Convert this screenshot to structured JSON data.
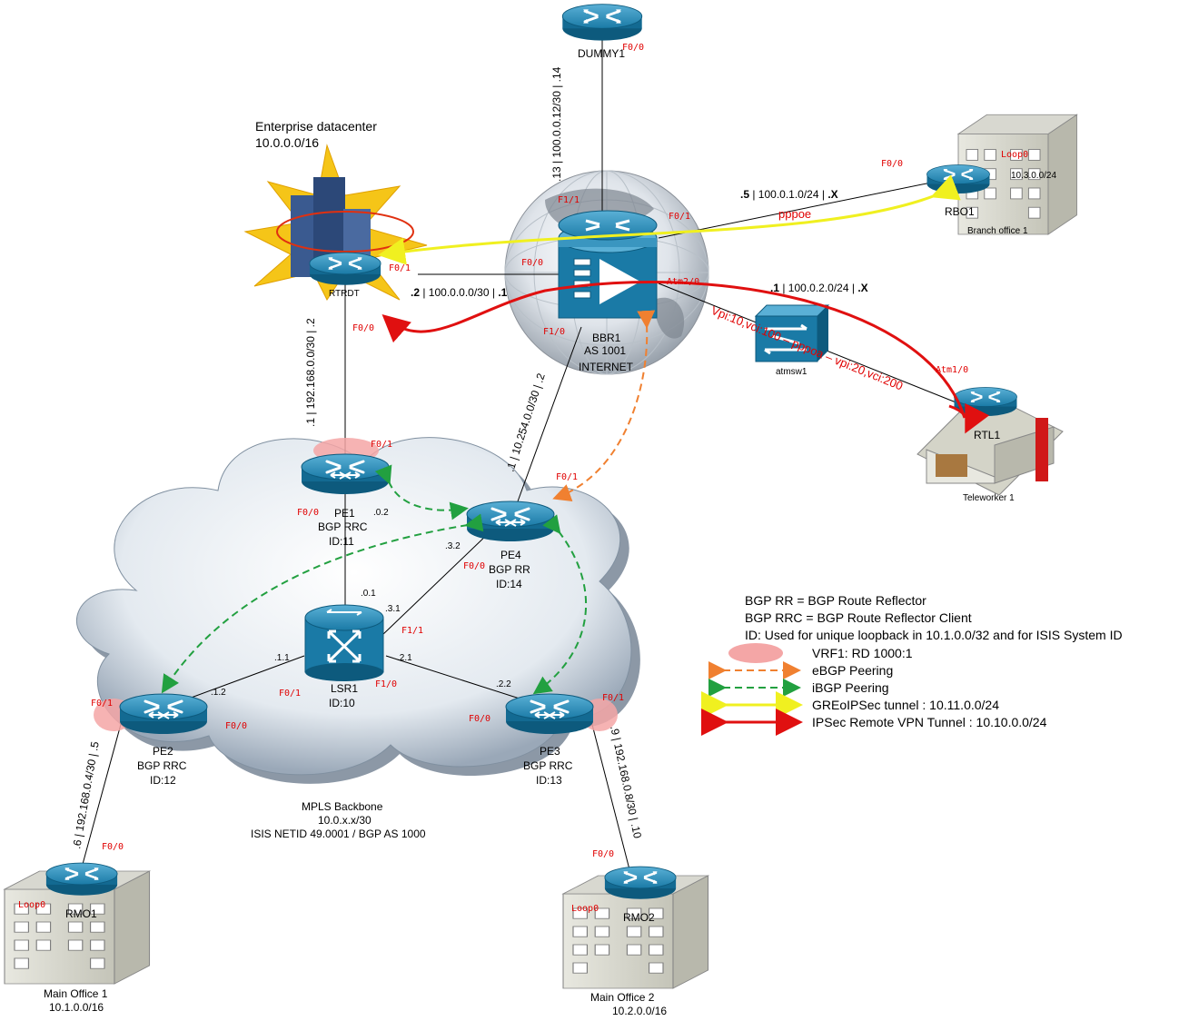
{
  "colors": {
    "router": "#1f7fa8",
    "router_dark": "#0d5a7d",
    "ebgp": "#f08030",
    "ibgp": "#22a040",
    "gre": "#f0f020",
    "ipsec": "#e01010",
    "vrf": "#f4a6a6",
    "iface": "#e00000"
  },
  "icons": {
    "router": "router-icon",
    "switch": "layer3-switch-icon",
    "atm_switch": "atm-switch-icon",
    "datacenter": "datacenter-building-icon",
    "office": "office-building-icon",
    "house": "home-office-icon",
    "globe": "internet-globe-icon",
    "cloud": "mpls-cloud-icon"
  },
  "datacenter": {
    "title": "Enterprise datacenter",
    "subnet": "10.0.0.0/16"
  },
  "devices": {
    "dummy1": {
      "name": "DUMMY1",
      "if": "F0/0"
    },
    "rtrdt": {
      "name": "RTRDT",
      "if_f01": "F0/1",
      "if_f00": "F0/0"
    },
    "bbr1": {
      "name": "BBR1",
      "as": "AS 1001",
      "sub": "INTERNET",
      "if_f11": "F1/1",
      "if_f01": "F0/1",
      "if_f00": "F0/0",
      "if_atm20": "Atm2/0",
      "if_f10": "F1/0"
    },
    "rbo1": {
      "name": "RBO1",
      "if_f00": "F0/0",
      "if_loop": "Loop0",
      "subnet": "10.3.0.0/24",
      "site": "Branch office 1"
    },
    "atmsw1": {
      "name": "atmsw1"
    },
    "rtl1": {
      "name": "RTL1",
      "if_atm10": "Atm1/0",
      "site": "Teleworker 1"
    },
    "pe1": {
      "name": "PE1",
      "role": "BGP RRC",
      "id": "ID:11",
      "if_f01": "F0/1",
      "if_f00": "F0/0",
      "addr": ".0.2"
    },
    "pe4": {
      "name": "PE4",
      "role": "BGP RR",
      "id": "ID:14",
      "if_f01": "F0/1",
      "if_f00": "F0/0",
      "addr": ".3.2"
    },
    "lsr1": {
      "name": "LSR1",
      "id": "ID:10",
      "addr_01": ".0.1",
      "addr_31": ".3.1",
      "addr_11": ".1.1",
      "addr_21": ".2.1",
      "if_f11": "F1/1",
      "if_f01": "F0/1",
      "if_f10": "F1/0"
    },
    "pe2": {
      "name": "PE2",
      "role": "BGP RRC",
      "id": "ID:12",
      "if_f01": "F0/1",
      "if_f00": "F0/0",
      "addr": ".1.2"
    },
    "pe3": {
      "name": "PE3",
      "role": "BGP RRC",
      "id": "ID:13",
      "if_f01": "F0/1",
      "if_f00": "F0/0",
      "addr": ".2.2"
    },
    "rmo1": {
      "name": "RMO1",
      "if_f00": "F0/0",
      "if_loop": "Loop0",
      "site": "Main Office 1",
      "subnet": "10.1.0.0/16"
    },
    "rmo2": {
      "name": "RMO2",
      "if_f00": "F0/0",
      "if_loop": "Loop0",
      "site": "Main Office 2",
      "subnet": "10.2.0.0/16"
    }
  },
  "links": {
    "dummy_bbr_a": ".13 | 100.0.0.12/30 | .14",
    "rtrdt_bbr_a": ".2",
    "rtrdt_bbr_b": " | 100.0.0.0/30 | ",
    "rtrdt_bbr_c": ".1",
    "bbr_rbo_a": ".5",
    "bbr_rbo_b": " | 100.0.1.0/24 | ",
    "bbr_rbo_c": ".X",
    "bbr_atm_a": ".1",
    "bbr_atm_b": " | 100.0.2.0/24 | ",
    "bbr_atm_c": ".X",
    "rtrdt_pe1": ".1 | 192.168.0.0/30 | .2",
    "bbr_pe4": ".1 | 10.254.0.0/30 | .2",
    "pe2_rmo1": ".6 | 192.168.0.4/30 | .5",
    "pe3_rmo2": ".9 | 192.168.0.8/30 | .10",
    "pppoe": "pppoe",
    "pppoa": "Vpi:10,vci:100 – pppoa – vpi:20,vci:200"
  },
  "cloud": {
    "title": "MPLS Backbone",
    "subnet": "10.0.x.x/30",
    "isis": "ISIS NETID 49.0001 / BGP AS 1000"
  },
  "legend": {
    "rr": "BGP RR = BGP Route Reflector",
    "rrc": "BGP RRC = BGP Route Reflector Client",
    "id": "ID: Used for unique loopback in 10.1.0.0/32 and for ISIS System ID",
    "vrf": "VRF1: RD 1000:1",
    "ebgp": "eBGP Peering",
    "ibgp": "iBGP Peering",
    "gre": "GREoIPSec tunnel : 10.11.0.0/24",
    "ipsec": "IPSec  Remote VPN Tunnel : 10.10.0.0/24"
  }
}
